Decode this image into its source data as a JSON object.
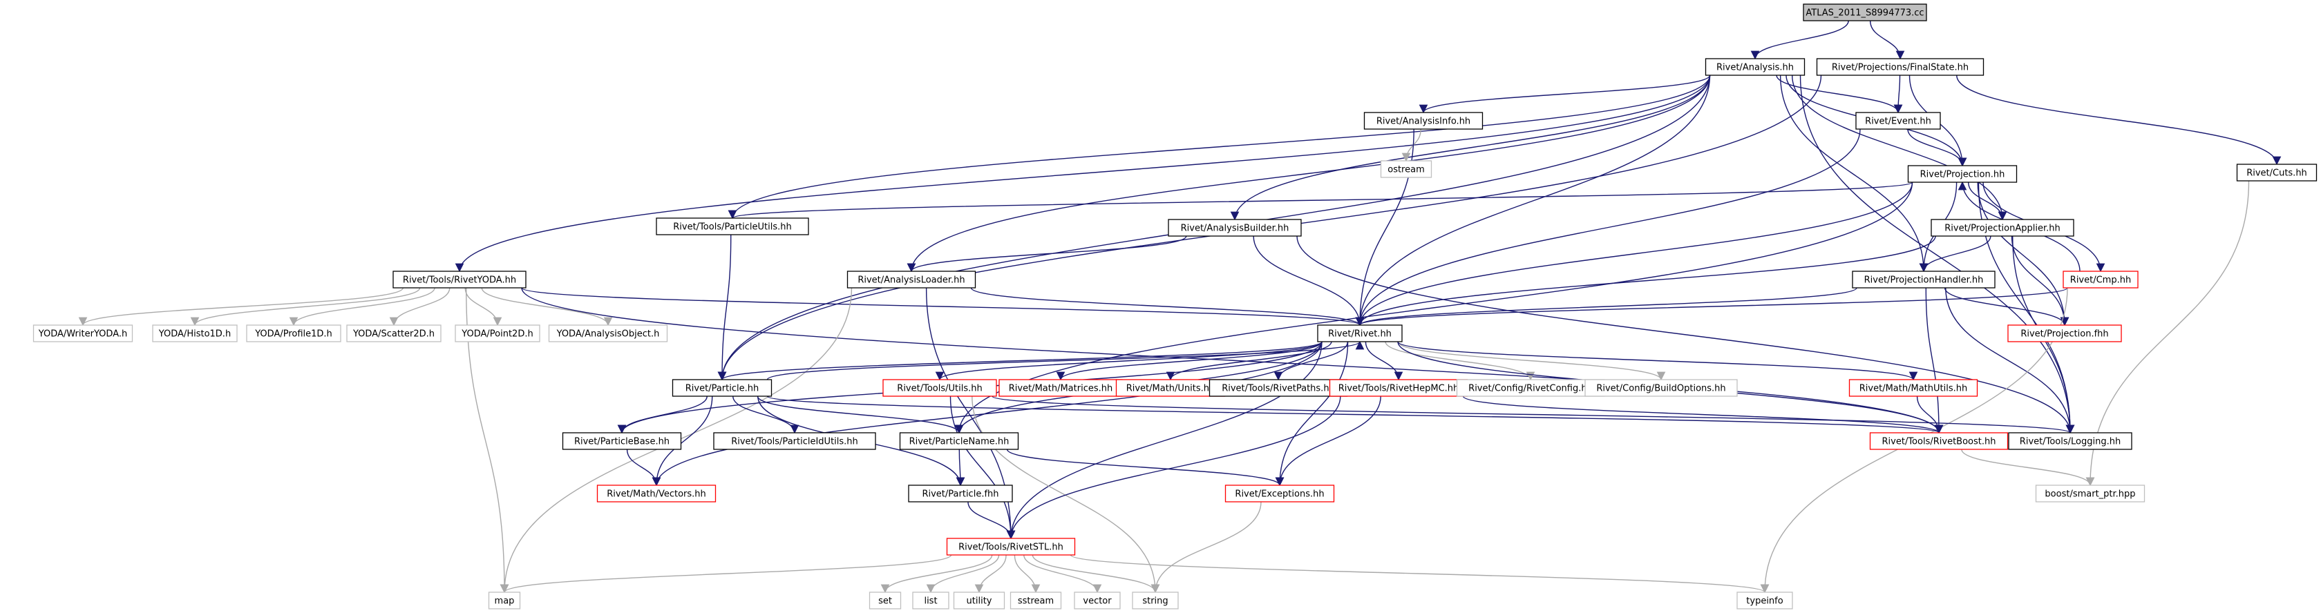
{
  "graph": {
    "nodes": [
      {
        "id": "root",
        "label": "ATLAS_2011_S8994773.cc",
        "kind": "root"
      },
      {
        "id": "analysis",
        "label": "Rivet/Analysis.hh",
        "kind": "normal"
      },
      {
        "id": "finalstate",
        "label": "Rivet/Projections/FinalState.hh",
        "kind": "normal"
      },
      {
        "id": "analysisinfo",
        "label": "Rivet/AnalysisInfo.hh",
        "kind": "normal"
      },
      {
        "id": "event",
        "label": "Rivet/Event.hh",
        "kind": "normal"
      },
      {
        "id": "cuts",
        "label": "Rivet/Cuts.hh",
        "kind": "normal"
      },
      {
        "id": "ostream",
        "label": "ostream",
        "kind": "external"
      },
      {
        "id": "projection",
        "label": "Rivet/Projection.hh",
        "kind": "normal"
      },
      {
        "id": "particleutils",
        "label": "Rivet/Tools/ParticleUtils.hh",
        "kind": "normal"
      },
      {
        "id": "analysisbuilder",
        "label": "Rivet/AnalysisBuilder.hh",
        "kind": "normal"
      },
      {
        "id": "projapplier",
        "label": "Rivet/ProjectionApplier.hh",
        "kind": "normal"
      },
      {
        "id": "rivetyoda",
        "label": "Rivet/Tools/RivetYODA.hh",
        "kind": "normal"
      },
      {
        "id": "analysisloader",
        "label": "Rivet/AnalysisLoader.hh",
        "kind": "normal"
      },
      {
        "id": "projhandler",
        "label": "Rivet/ProjectionHandler.hh",
        "kind": "normal"
      },
      {
        "id": "cmp",
        "label": "Rivet/Cmp.hh",
        "kind": "red"
      },
      {
        "id": "writeryoda",
        "label": "YODA/WriterYODA.h",
        "kind": "external"
      },
      {
        "id": "histo1d",
        "label": "YODA/Histo1D.h",
        "kind": "external"
      },
      {
        "id": "profile1d",
        "label": "YODA/Profile1D.h",
        "kind": "external"
      },
      {
        "id": "scatter2d",
        "label": "YODA/Scatter2D.h",
        "kind": "external"
      },
      {
        "id": "point2d",
        "label": "YODA/Point2D.h",
        "kind": "external"
      },
      {
        "id": "analysisobject",
        "label": "YODA/AnalysisObject.h",
        "kind": "external"
      },
      {
        "id": "rivet",
        "label": "Rivet/Rivet.hh",
        "kind": "normal"
      },
      {
        "id": "projfhh",
        "label": "Rivet/Projection.fhh",
        "kind": "red"
      },
      {
        "id": "particle",
        "label": "Rivet/Particle.hh",
        "kind": "normal"
      },
      {
        "id": "toolsutils",
        "label": "Rivet/Tools/Utils.hh",
        "kind": "red"
      },
      {
        "id": "matrices",
        "label": "Rivet/Math/Matrices.hh",
        "kind": "red"
      },
      {
        "id": "units",
        "label": "Rivet/Math/Units.hh",
        "kind": "red"
      },
      {
        "id": "rivetpaths",
        "label": "Rivet/Tools/RivetPaths.hh",
        "kind": "normal"
      },
      {
        "id": "rivethepmc",
        "label": "Rivet/Tools/RivetHepMC.hh",
        "kind": "red"
      },
      {
        "id": "rivetconfig",
        "label": "Rivet/Config/RivetConfig.hh",
        "kind": "external"
      },
      {
        "id": "buildoptions",
        "label": "Rivet/Config/BuildOptions.hh",
        "kind": "external"
      },
      {
        "id": "mathutils",
        "label": "Rivet/Math/MathUtils.hh",
        "kind": "red"
      },
      {
        "id": "particlebase",
        "label": "Rivet/ParticleBase.hh",
        "kind": "normal"
      },
      {
        "id": "particleidutils",
        "label": "Rivet/Tools/ParticleIdUtils.hh",
        "kind": "normal"
      },
      {
        "id": "particlename",
        "label": "Rivet/ParticleName.hh",
        "kind": "normal"
      },
      {
        "id": "rivetboost",
        "label": "Rivet/Tools/RivetBoost.hh",
        "kind": "red"
      },
      {
        "id": "logging",
        "label": "Rivet/Tools/Logging.hh",
        "kind": "normal"
      },
      {
        "id": "vectors",
        "label": "Rivet/Math/Vectors.hh",
        "kind": "red"
      },
      {
        "id": "particlefhh",
        "label": "Rivet/Particle.fhh",
        "kind": "normal"
      },
      {
        "id": "exceptions",
        "label": "Rivet/Exceptions.hh",
        "kind": "red"
      },
      {
        "id": "smartptr",
        "label": "boost/smart_ptr.hpp",
        "kind": "external"
      },
      {
        "id": "rivetstl",
        "label": "Rivet/Tools/RivetSTL.hh",
        "kind": "red"
      },
      {
        "id": "map",
        "label": "map",
        "kind": "external"
      },
      {
        "id": "set",
        "label": "set",
        "kind": "external"
      },
      {
        "id": "list",
        "label": "list",
        "kind": "external"
      },
      {
        "id": "utility",
        "label": "utility",
        "kind": "external"
      },
      {
        "id": "sstream",
        "label": "sstream",
        "kind": "external"
      },
      {
        "id": "vector",
        "label": "vector",
        "kind": "external"
      },
      {
        "id": "string",
        "label": "string",
        "kind": "external"
      },
      {
        "id": "typeinfo",
        "label": "typeinfo",
        "kind": "external"
      }
    ],
    "edges": [
      [
        "root",
        "analysis"
      ],
      [
        "root",
        "finalstate"
      ],
      [
        "analysis",
        "analysisinfo"
      ],
      [
        "analysis",
        "event"
      ],
      [
        "analysis",
        "projection"
      ],
      [
        "analysis",
        "particleutils"
      ],
      [
        "analysis",
        "analysisbuilder"
      ],
      [
        "analysis",
        "projapplier"
      ],
      [
        "analysis",
        "rivetyoda"
      ],
      [
        "analysis",
        "analysisloader"
      ],
      [
        "analysis",
        "projhandler"
      ],
      [
        "analysis",
        "rivet"
      ],
      [
        "analysis",
        "logging"
      ],
      [
        "analysis",
        "particle"
      ],
      [
        "finalstate",
        "event"
      ],
      [
        "finalstate",
        "projection"
      ],
      [
        "finalstate",
        "cuts"
      ],
      [
        "finalstate",
        "particle"
      ],
      [
        "analysisinfo",
        "ostream"
      ],
      [
        "analysisinfo",
        "rivet"
      ],
      [
        "event",
        "projection"
      ],
      [
        "event",
        "rivet"
      ],
      [
        "cuts",
        "smartptr"
      ],
      [
        "projection",
        "projapplier"
      ],
      [
        "projection",
        "projhandler"
      ],
      [
        "projection",
        "cmp"
      ],
      [
        "projection",
        "projfhh"
      ],
      [
        "projection",
        "rivet"
      ],
      [
        "projection",
        "particleutils"
      ],
      [
        "projection",
        "logging"
      ],
      [
        "projection",
        "particlename"
      ],
      [
        "particleutils",
        "particle"
      ],
      [
        "analysisbuilder",
        "analysisloader"
      ],
      [
        "analysisbuilder",
        "rivet"
      ],
      [
        "analysisbuilder",
        "logging"
      ],
      [
        "projapplier",
        "projhandler"
      ],
      [
        "projapplier",
        "rivet"
      ],
      [
        "projapplier",
        "projfhh"
      ],
      [
        "projapplier",
        "logging"
      ],
      [
        "rivetyoda",
        "writeryoda"
      ],
      [
        "rivetyoda",
        "histo1d"
      ],
      [
        "rivetyoda",
        "profile1d"
      ],
      [
        "rivetyoda",
        "scatter2d"
      ],
      [
        "rivetyoda",
        "point2d"
      ],
      [
        "rivetyoda",
        "analysisobject"
      ],
      [
        "rivetyoda",
        "rivet"
      ],
      [
        "rivetyoda",
        "map"
      ],
      [
        "rivetyoda",
        "rivetboost"
      ],
      [
        "analysisloader",
        "rivet"
      ],
      [
        "analysisloader",
        "map"
      ],
      [
        "analysisloader",
        "rivetstl"
      ],
      [
        "projhandler",
        "rivet"
      ],
      [
        "projhandler",
        "projfhh"
      ],
      [
        "projhandler",
        "logging"
      ],
      [
        "projhandler",
        "rivetboost"
      ],
      [
        "cmp",
        "rivet"
      ],
      [
        "cmp",
        "projection"
      ],
      [
        "cmp",
        "typeinfo"
      ],
      [
        "rivet",
        "particle"
      ],
      [
        "rivet",
        "toolsutils"
      ],
      [
        "rivet",
        "matrices"
      ],
      [
        "rivet",
        "units"
      ],
      [
        "rivet",
        "rivetpaths"
      ],
      [
        "rivet",
        "rivethepmc"
      ],
      [
        "rivet",
        "rivetconfig"
      ],
      [
        "rivet",
        "buildoptions"
      ],
      [
        "rivet",
        "mathutils"
      ],
      [
        "rivet",
        "particlebase"
      ],
      [
        "rivet",
        "vectors"
      ],
      [
        "rivet",
        "particlename"
      ],
      [
        "rivet",
        "rivetstl"
      ],
      [
        "rivet",
        "exceptions"
      ],
      [
        "rivet",
        "rivetboost"
      ],
      [
        "particle",
        "particlebase"
      ],
      [
        "particle",
        "particleidutils"
      ],
      [
        "particle",
        "particlename"
      ],
      [
        "particle",
        "particlefhh"
      ],
      [
        "particle",
        "vectors"
      ],
      [
        "particle",
        "rivetboost"
      ],
      [
        "particle",
        "rivet"
      ],
      [
        "toolsutils",
        "logging"
      ],
      [
        "toolsutils",
        "rivetstl"
      ],
      [
        "toolsutils",
        "string"
      ],
      [
        "rivethepmc",
        "rivetstl"
      ],
      [
        "rivethepmc",
        "exceptions"
      ],
      [
        "rivethepmc",
        "rivetboost"
      ],
      [
        "mathutils",
        "rivetboost"
      ],
      [
        "particlebase",
        "vectors"
      ],
      [
        "particlename",
        "particlefhh"
      ],
      [
        "particlename",
        "exceptions"
      ],
      [
        "rivetboost",
        "smartptr"
      ],
      [
        "particlefhh",
        "rivetstl"
      ],
      [
        "exceptions",
        "string"
      ],
      [
        "rivetstl",
        "map"
      ],
      [
        "rivetstl",
        "set"
      ],
      [
        "rivetstl",
        "list"
      ],
      [
        "rivetstl",
        "utility"
      ],
      [
        "rivetstl",
        "sstream"
      ],
      [
        "rivetstl",
        "vector"
      ],
      [
        "rivetstl",
        "string"
      ],
      [
        "rivetstl",
        "typeinfo"
      ]
    ]
  }
}
